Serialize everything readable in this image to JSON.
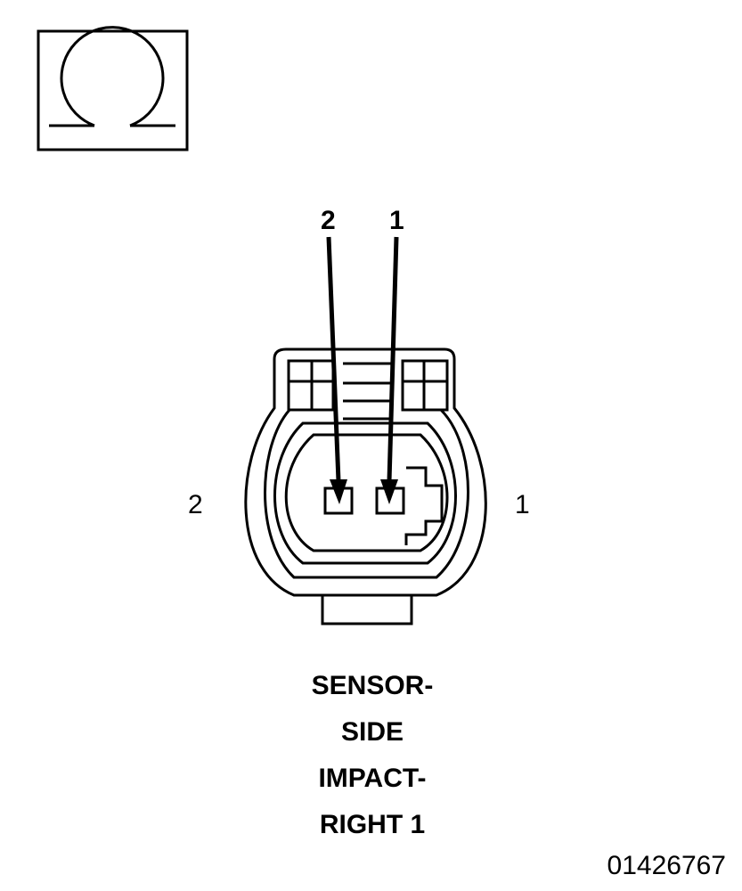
{
  "symbol": {
    "icon": "ohm-symbol-icon"
  },
  "pins": {
    "top_left": "2",
    "top_right": "1",
    "side_left": "2",
    "side_right": "1"
  },
  "title_lines": [
    "SENSOR-",
    "SIDE",
    "IMPACT-",
    "RIGHT 1"
  ],
  "figure_id": "01426767",
  "colors": {
    "ink": "#000000",
    "background": "#ffffff"
  }
}
